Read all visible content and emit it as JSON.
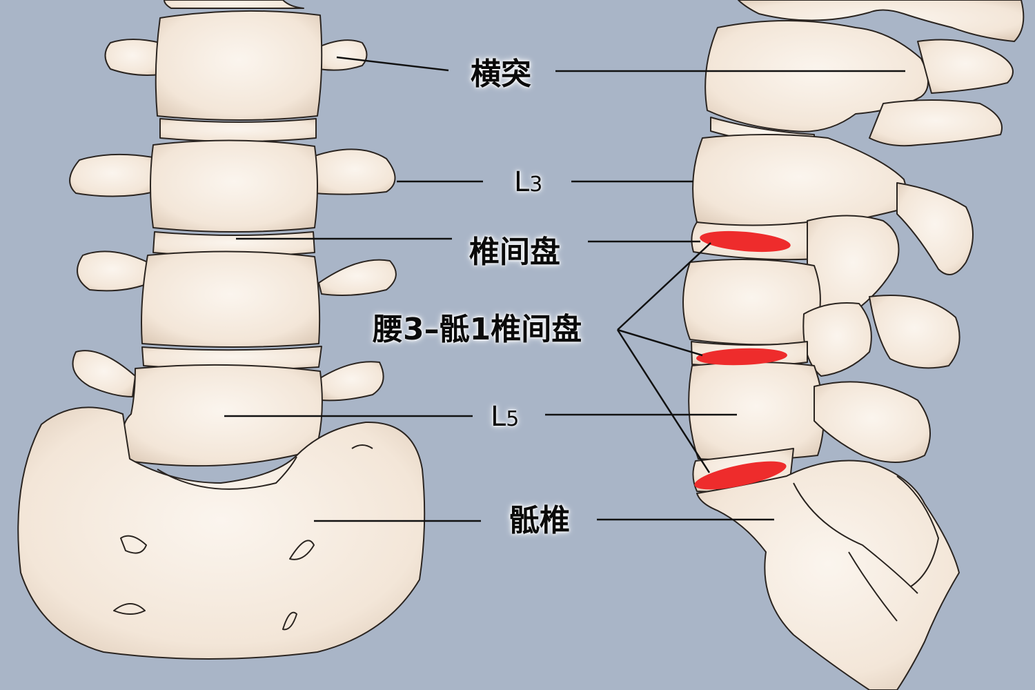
{
  "labels": {
    "transverse_process": "横突",
    "l3_letter": "L",
    "l3_number": "3",
    "intervertebral_disc": "椎间盘",
    "lumbar_sacral_discs": "腰3–骶1椎间盘",
    "l5_letter": "L",
    "l5_number": "5",
    "sacrum": "骶椎"
  },
  "colors": {
    "background": "#a9b5c7",
    "bone_fill": "#f5ebe0",
    "bone_outline": "#2a2420",
    "disc_highlight": "#ee2c2c",
    "leader_line": "#111111"
  }
}
